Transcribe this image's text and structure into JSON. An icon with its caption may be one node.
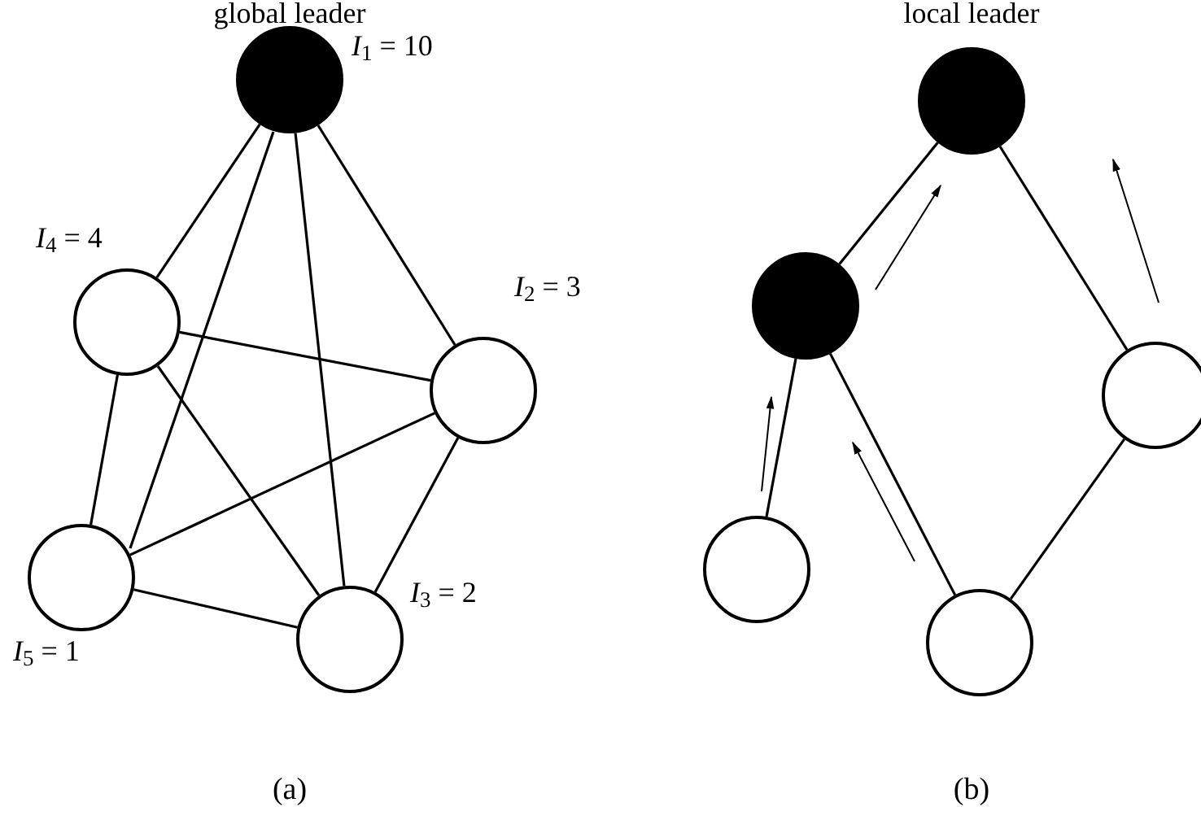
{
  "diagram": {
    "nodes": [
      {
        "text": [],
        "shape": "disc",
        "beside": [
          "global leader",
          "*I*$_{1}$ = 10"
        ]
      },
      {
        "text": [],
        "shape": "circle",
        "beside": [
          "*I*$_{4}$ = 4"
        ]
      },
      {
        "text": [],
        "shape": "circle",
        "beside": [
          "*I*$_{2}$ = 3"
        ]
      },
      {
        "text": [],
        "shape": "circle",
        "beside": [
          "*I*$_{5}$ = 1"
        ]
      },
      {
        "text": [],
        "shape": "circle",
        "beside": [
          "*I*$_{3}$ = 2"
        ]
      },
      {
        "text": [],
        "shape": "disc",
        "beside": [
          "local leader"
        ]
      },
      {
        "text": [],
        "shape": "disc"
      },
      {
        "text": [],
        "shape": "circle"
      },
      {
        "text": [],
        "shape": "circle"
      },
      {
        "text": [],
        "shape": "circle"
      }
    ],
    "edges": [
      {
        "from": 0,
        "to": 1,
        "arrow": "none"
      },
      {
        "from": 0,
        "to": 2,
        "arrow": "none"
      },
      {
        "from": 0,
        "to": 3,
        "arrow": "none"
      },
      {
        "from": 0,
        "to": 4,
        "arrow": "none"
      },
      {
        "from": 1,
        "to": 2,
        "arrow": "none"
      },
      {
        "from": 1,
        "to": 3,
        "arrow": "none"
      },
      {
        "from": 1,
        "to": 4,
        "arrow": "none"
      },
      {
        "from": 2,
        "to": 3,
        "arrow": "none"
      },
      {
        "from": 2,
        "to": 4,
        "arrow": "none"
      },
      {
        "from": 3,
        "to": 4,
        "arrow": "none"
      },
      {
        "from": 5,
        "to": 6,
        "arrow": "none"
      },
      {
        "from": 5,
        "to": 7,
        "arrow": "none"
      },
      {
        "from": 6,
        "to": 8,
        "arrow": "none"
      },
      {
        "from": 6,
        "to": 9,
        "arrow": "none"
      },
      {
        "from": 7,
        "to": 9,
        "arrow": "none"
      }
    ],
    "labels": [
      "(a)",
      "(b)"
    ]
  }
}
